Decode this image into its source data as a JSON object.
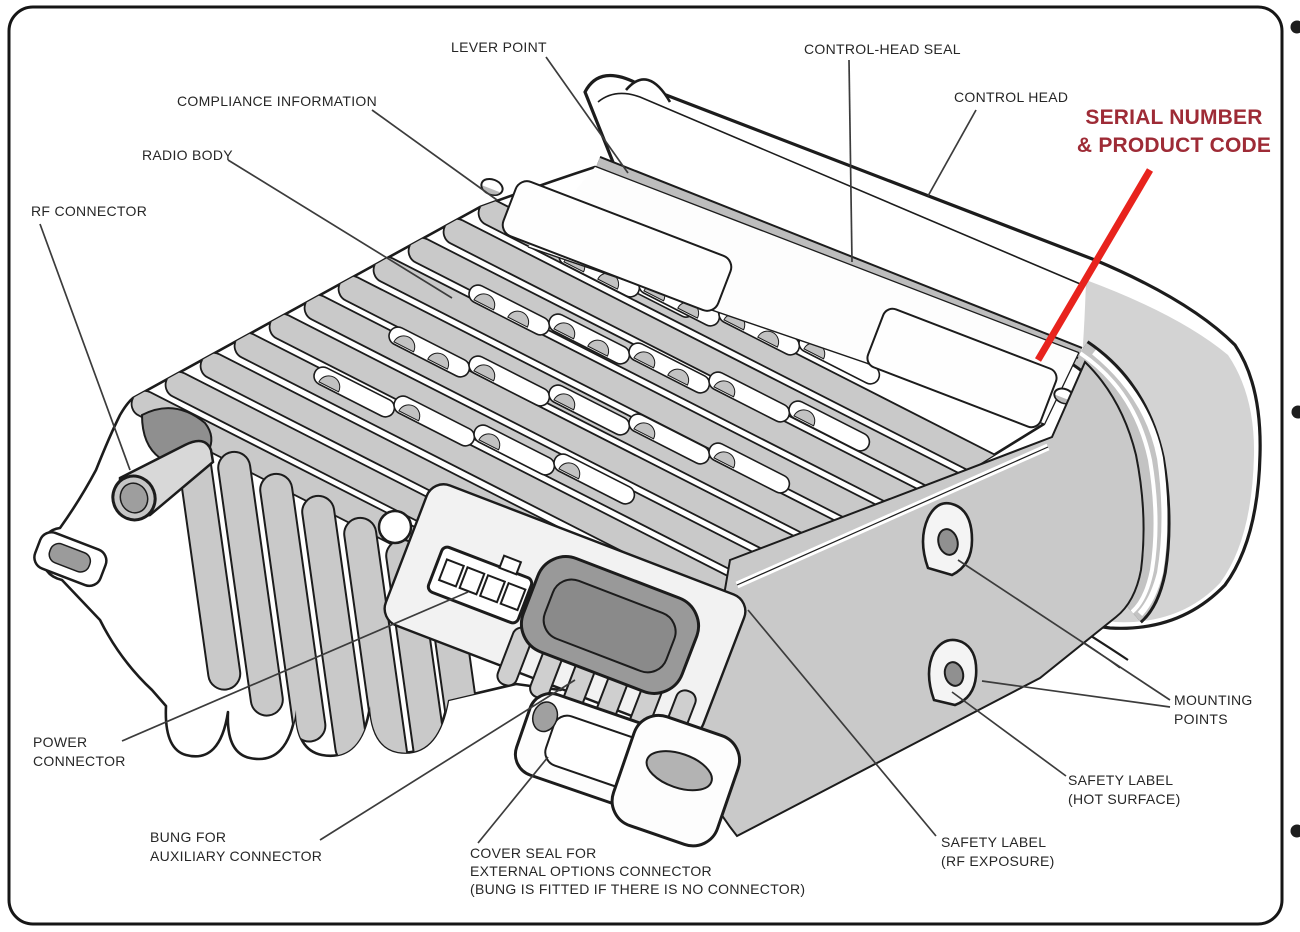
{
  "figure": {
    "description": "Rear isometric technical illustration of a mobile radio with part callouts",
    "callouts": {
      "lever_point": {
        "lines": [
          "LEVER POINT"
        ]
      },
      "control_head_seal": {
        "lines": [
          "CONTROL-HEAD SEAL"
        ]
      },
      "control_head": {
        "lines": [
          "CONTROL HEAD"
        ]
      },
      "serial_number": {
        "lines": [
          "SERIAL NUMBER",
          "& PRODUCT CODE"
        ]
      },
      "compliance": {
        "lines": [
          "COMPLIANCE INFORMATION"
        ]
      },
      "radio_body": {
        "lines": [
          "RADIO BODY"
        ]
      },
      "rf_connector": {
        "lines": [
          "RF CONNECTOR"
        ]
      },
      "power_connector": {
        "lines": [
          "POWER",
          "CONNECTOR"
        ]
      },
      "bung": {
        "lines": [
          "BUNG FOR",
          "AUXILIARY CONNECTOR"
        ]
      },
      "cover_seal": {
        "lines": [
          "COVER SEAL FOR",
          "EXTERNAL OPTIONS CONNECTOR",
          "(BUNG IS FITTED IF THERE IS NO CONNECTOR)"
        ]
      },
      "safety_rf": {
        "lines": [
          "SAFETY LABEL",
          "(RF EXPOSURE)"
        ]
      },
      "safety_hot": {
        "lines": [
          "SAFETY LABEL",
          "(HOT SURFACE)"
        ]
      },
      "mounting_points": {
        "lines": [
          "MOUNTING",
          "POINTS"
        ]
      }
    },
    "colors": {
      "ink": "#1c1c1c",
      "leader": "#3c3c3c",
      "accent_line": "#E8231D",
      "accent_text": "#9E2B36",
      "metal_light": "#c9c9c9",
      "metal_mid": "#b5b5b5",
      "metal_dark": "#909090"
    }
  }
}
